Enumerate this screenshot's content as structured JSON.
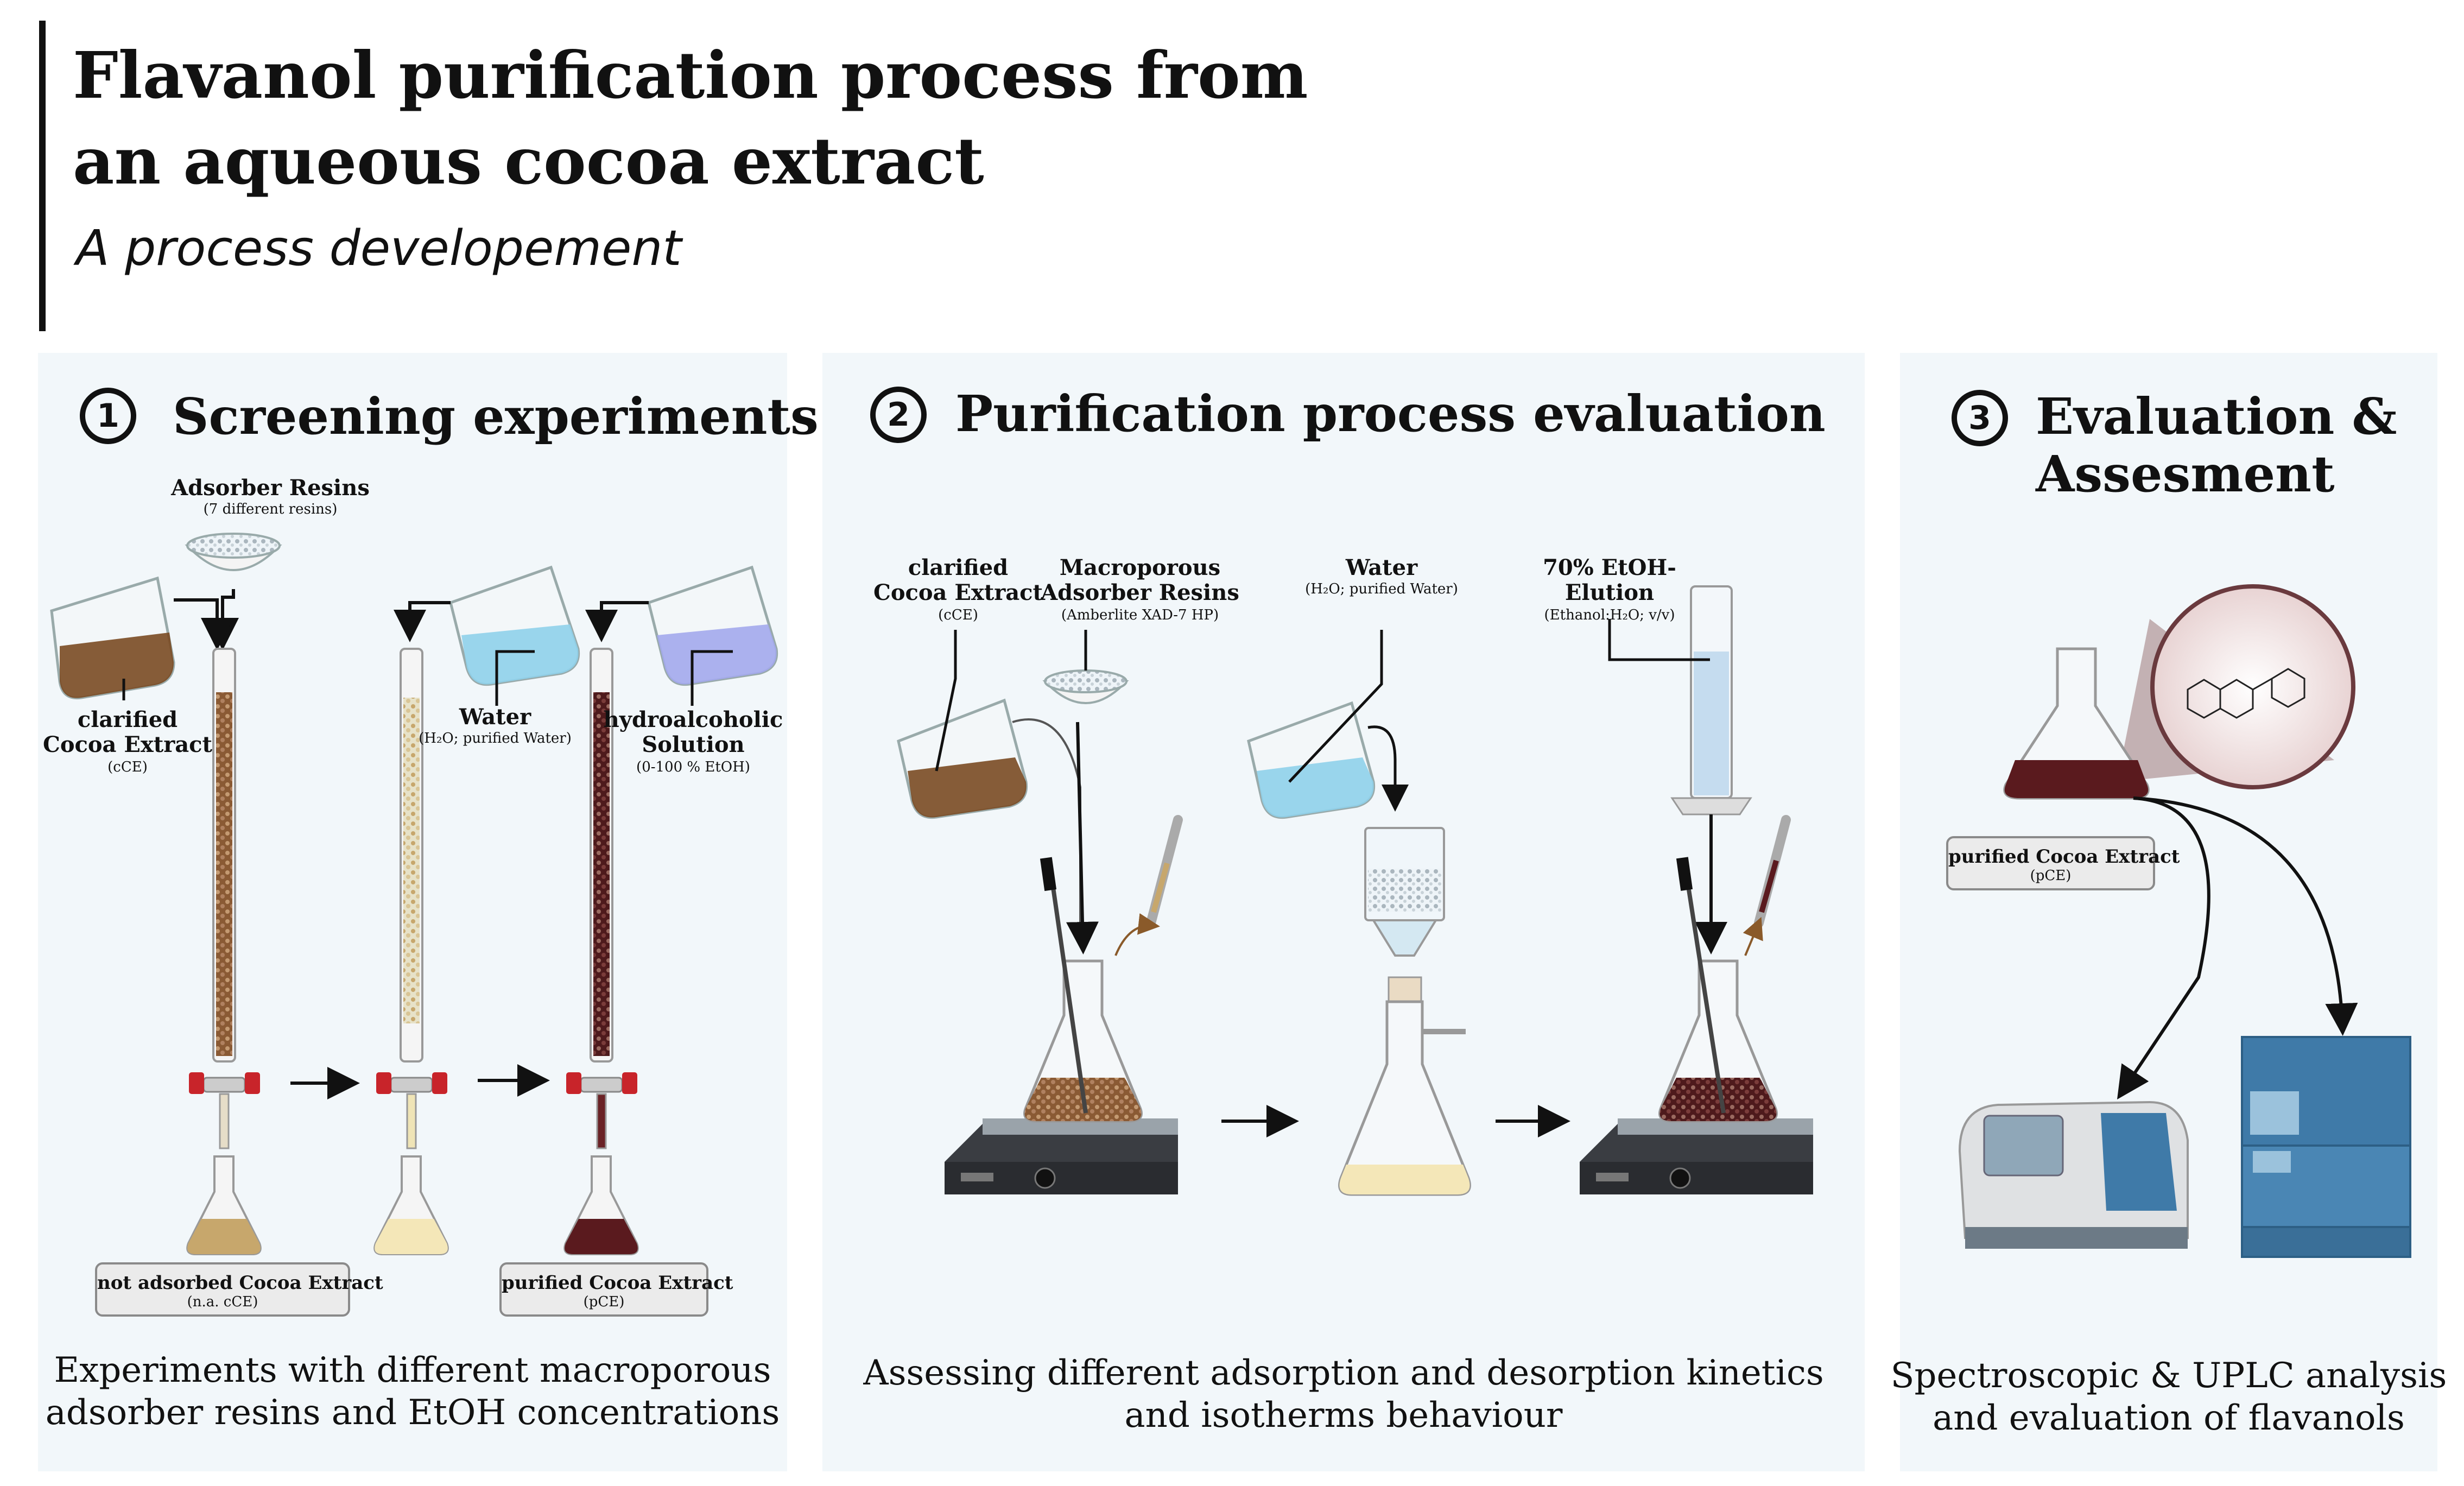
{
  "header": {
    "title_line1": "Flavanol purification process from",
    "title_line2": "an aqueous cocoa extract",
    "subtitle": "A process developement"
  },
  "panel1": {
    "number": "1",
    "title": "Screening experiments",
    "adsorber_resins": "Adsorber Resins",
    "adsorber_resins_sub": "(7 different resins)",
    "clarified_line1": "clarified",
    "clarified_line2": "Cocoa Extract",
    "clarified_sub": "(cCE)",
    "water": "Water",
    "water_sub": "(H₂O; purified Water)",
    "hydro_line1": "hydroalcoholic",
    "hydro_line2": "Solution",
    "hydro_sub": "(0-100 % EtOH)",
    "box_left_title": "not adsorbed Cocoa Extract",
    "box_left_sub": "(n.a. cCE)",
    "box_right_title": "purified Cocoa Extract",
    "box_right_sub": "(pCE)",
    "caption_line1": "Experiments with different macroporous",
    "caption_line2": "adsorber resins and EtOH concentrations"
  },
  "panel2": {
    "number": "2",
    "title": "Purification process evaluation",
    "clarified_line1": "clarified",
    "clarified_line2": "Cocoa Extract",
    "clarified_sub": "(cCE)",
    "macro_line1": "Macroporous",
    "macro_line2": "Adsorber Resins",
    "macro_sub": "(Amberlite XAD-7 HP)",
    "water": "Water",
    "water_sub": "(H₂O; purified Water)",
    "etoh_line1": "70% EtOH-",
    "etoh_line2": "Elution",
    "etoh_sub": "(Ethanol:H₂O; v/v)",
    "caption_line1": "Assessing different adsorption and desorption kinetics",
    "caption_line2": "and isotherms behaviour"
  },
  "panel3": {
    "number": "3",
    "title_line1": "Evaluation &",
    "title_line2": "Assesment",
    "box_title": "purified Cocoa Extract",
    "box_sub": "(pCE)",
    "caption_line1": "Spectroscopic & UPLC analysis",
    "caption_line2": "and evaluation of flavanols"
  },
  "colors": {
    "panel_bg": "#f2f7fa",
    "cocoa_brown": "#7a4a22",
    "purified_red": "#5a1a1e",
    "water_blue": "#8fd0ea",
    "hydro_purple": "#a3a9ec",
    "instrument_blue": "#3f7aa8"
  }
}
